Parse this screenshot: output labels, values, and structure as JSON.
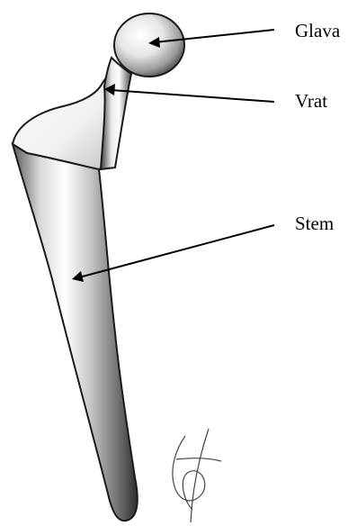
{
  "labels": {
    "head": "Glava",
    "neck": "Vrat",
    "stem": "Stem"
  },
  "colors": {
    "ink": "#000000",
    "metal_light": "#f2f2f2",
    "metal_mid": "#a9a9a9",
    "metal_dark": "#3a3a3a",
    "background": "#ffffff"
  }
}
